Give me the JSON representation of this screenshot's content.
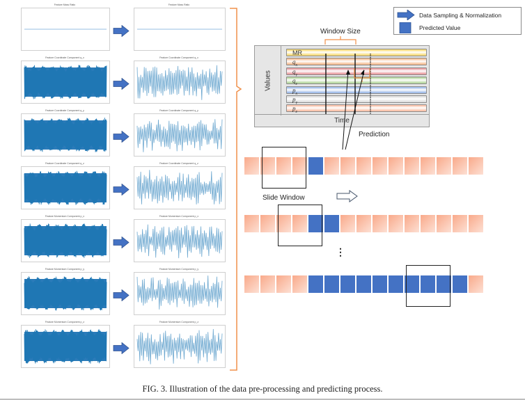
{
  "legend": {
    "items": [
      {
        "icon": "blue-arrow",
        "label": "Data Sampling & Normalization"
      },
      {
        "icon": "blue-square",
        "label": "Predicted Value"
      }
    ]
  },
  "colors": {
    "predicted": "#4472c4",
    "sequence_cell": "#f9a98a",
    "bracket": "#f0904a",
    "raw_signal": "#1f77b4",
    "sampled_signal": "#6aa6cf"
  },
  "left_panels": [
    {
      "title": "Feature Mass Ratio",
      "kind": "flat"
    },
    {
      "title": "Feature Coordinate Component q_x",
      "kind": "dense"
    },
    {
      "title": "Feature Coordinate Component q_y",
      "kind": "dense"
    },
    {
      "title": "Feature Coordinate Component q_z",
      "kind": "dense"
    },
    {
      "title": "Feature Momentum Component p_x",
      "kind": "dense"
    },
    {
      "title": "Feature Momentum Component p_y",
      "kind": "dense"
    },
    {
      "title": "Feature Momentum Component p_z",
      "kind": "dense"
    }
  ],
  "right_panels": [
    {
      "title": "Feature Mass Ratio",
      "kind": "flat"
    },
    {
      "title": "Feature Coordinate Component q_x",
      "kind": "sampled"
    },
    {
      "title": "Feature Coordinate Component q_y",
      "kind": "sampled"
    },
    {
      "title": "Feature Coordinate Component q_z",
      "kind": "sampled"
    },
    {
      "title": "Feature Momentum Component p_x",
      "kind": "sampled"
    },
    {
      "title": "Feature Momentum Component p_y",
      "kind": "sampled"
    },
    {
      "title": "Feature Momentum Component p_z",
      "kind": "sampled"
    }
  ],
  "window_diagram": {
    "window_size_label": "Window Size",
    "values_label": "Values",
    "time_label": "Time",
    "prediction_label": "Prediction",
    "features": [
      {
        "label": "MR",
        "color": "#f7d55c"
      },
      {
        "label": "qx",
        "color": "#f4b07e"
      },
      {
        "label": "qy",
        "color": "#e58a8f"
      },
      {
        "label": "qz",
        "color": "#a9d18e"
      },
      {
        "label": "px",
        "color": "#8fb0e6"
      },
      {
        "label": "py",
        "color": "#d9d9d9"
      },
      {
        "label": "pz",
        "color": "#f9b79a"
      }
    ]
  },
  "slide": {
    "label": "Slide Window",
    "ellipsis": "⋮",
    "rows": [
      {
        "cells": 15,
        "predicted": [
          4
        ],
        "window_start": 1
      },
      {
        "cells": 15,
        "predicted": [
          4,
          5
        ],
        "window_start": 2
      },
      {
        "cells": 15,
        "predicted": [
          4,
          5,
          6,
          7,
          8,
          9,
          10,
          11,
          12,
          13
        ],
        "window_start": 10
      }
    ]
  },
  "caption": "FIG. 3. Illustration of the data pre-processing and predicting process."
}
